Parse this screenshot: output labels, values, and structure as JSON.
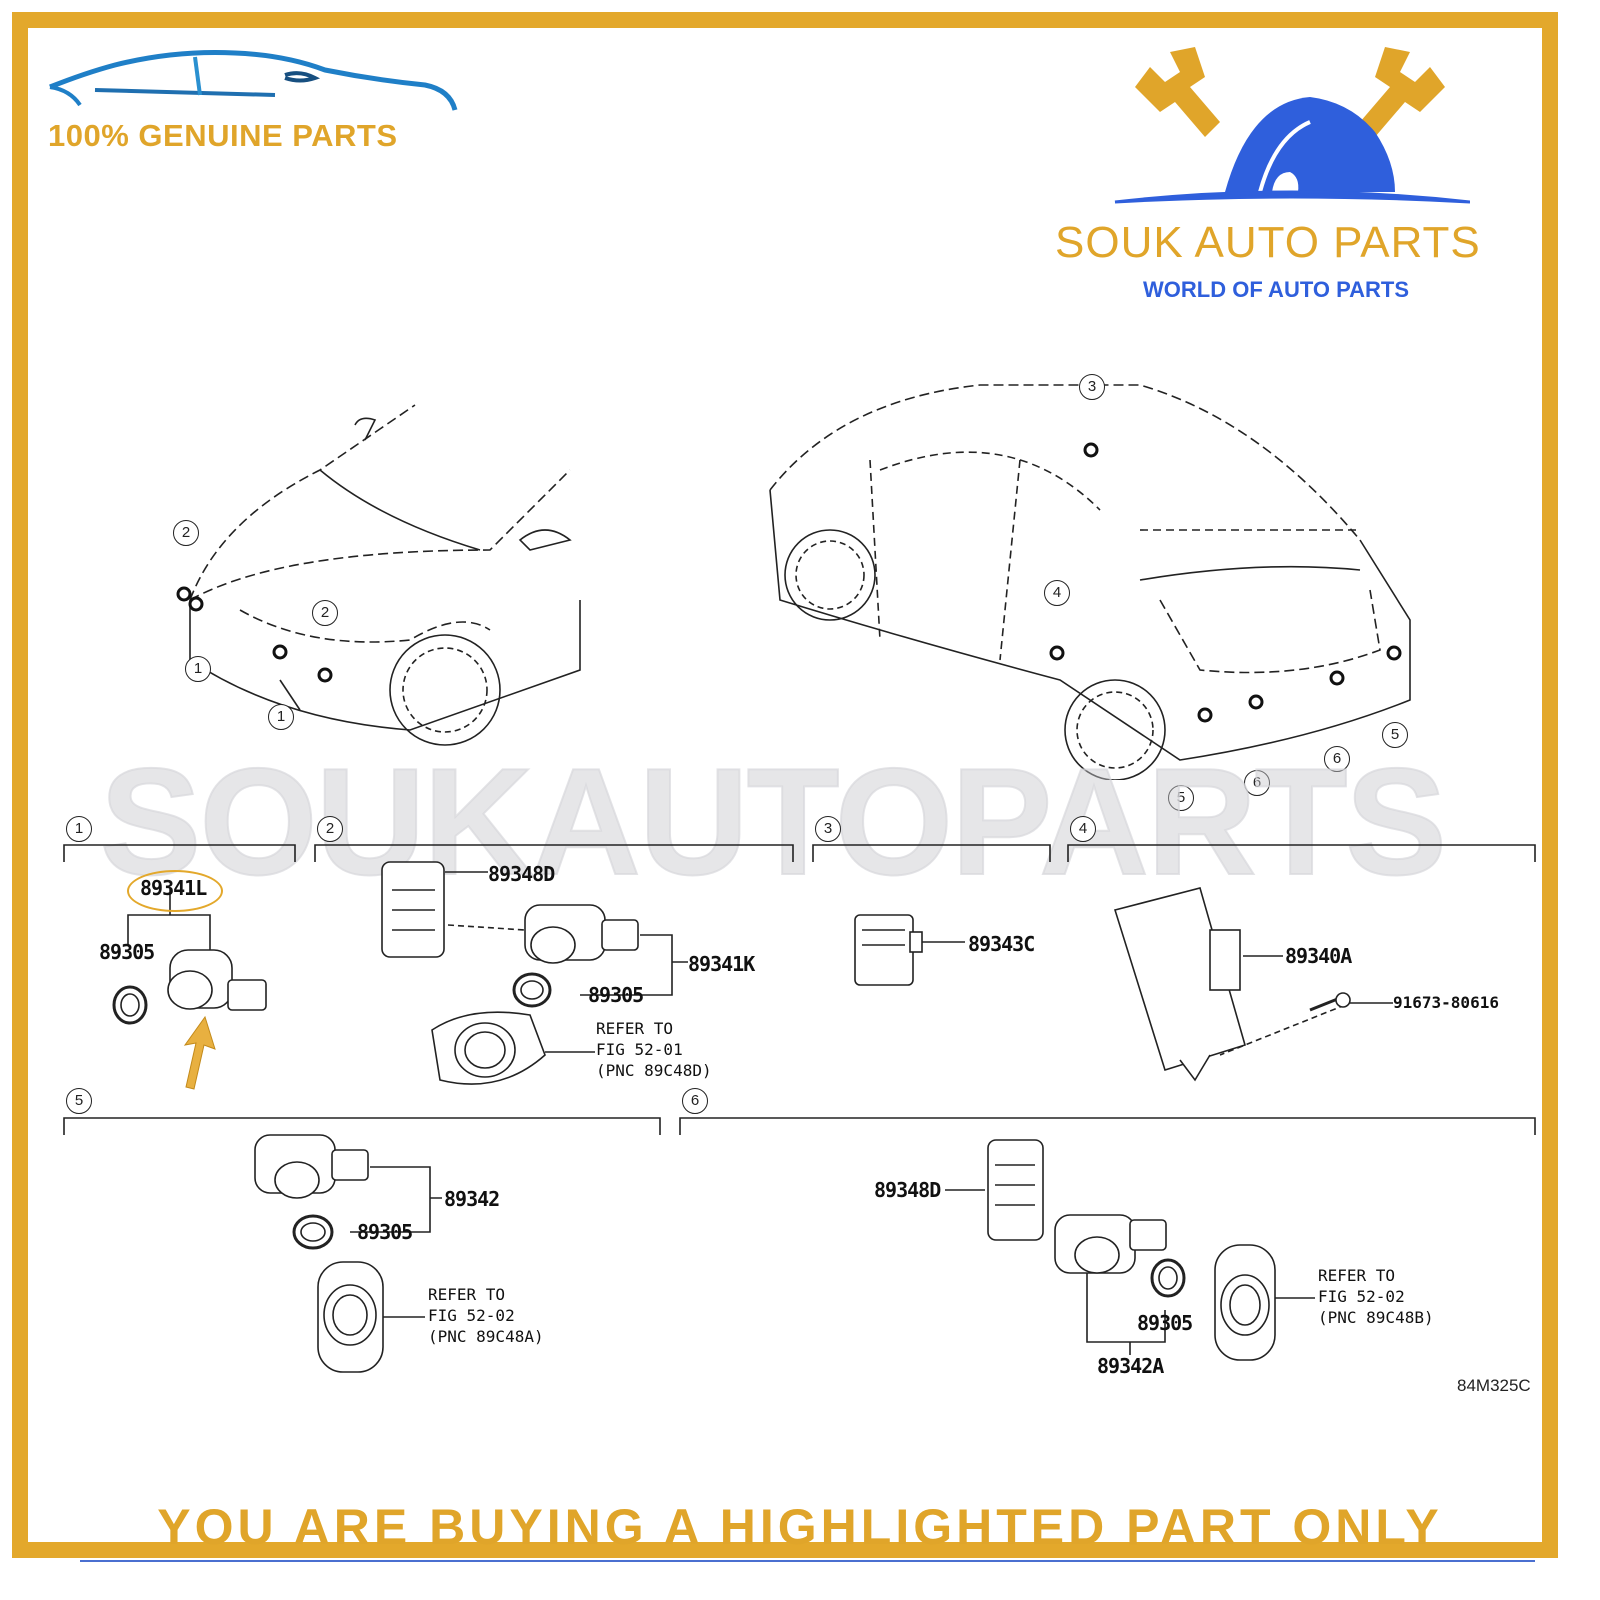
{
  "header": {
    "left_logo_tagline": "100% GENUINE PARTS",
    "right_logo_name": "SOUK AUTO PARTS",
    "right_logo_subtitle": "WORLD OF AUTO PARTS"
  },
  "watermark": "SOUKAUTOPARTS",
  "colors": {
    "frame": "#e3a82b",
    "brand_gold": "#e0a52a",
    "brand_blue": "#2f5fdc",
    "highlight_arrow": "#e8b040"
  },
  "diagram": {
    "callouts_front": [
      "2",
      "1",
      "2",
      "1"
    ],
    "callouts_rear": [
      "3",
      "4",
      "5",
      "6",
      "6",
      "5"
    ],
    "sections": [
      {
        "number": "1",
        "parts": [
          "89341L",
          "89305"
        ],
        "highlighted": "89341L"
      },
      {
        "number": "2",
        "parts": [
          "89348D",
          "89341K",
          "89305"
        ],
        "refer": "REFER TO\nFIG 52-01\n(PNC 89C48D)"
      },
      {
        "number": "3",
        "parts": [
          "89343C"
        ]
      },
      {
        "number": "4",
        "parts": [
          "89340A",
          "91673-80616"
        ]
      },
      {
        "number": "5",
        "parts": [
          "89342",
          "89305"
        ],
        "refer": "REFER TO\nFIG 52-02\n(PNC 89C48A)"
      },
      {
        "number": "6",
        "parts": [
          "89348D",
          "89305",
          "89342A"
        ],
        "refer": "REFER TO\nFIG 52-02\n(PNC 89C48B)"
      }
    ],
    "figure_code": "84M325C"
  },
  "footer": {
    "notice": "YOU ARE BUYING A HIGHLIGHTED PART ONLY"
  }
}
